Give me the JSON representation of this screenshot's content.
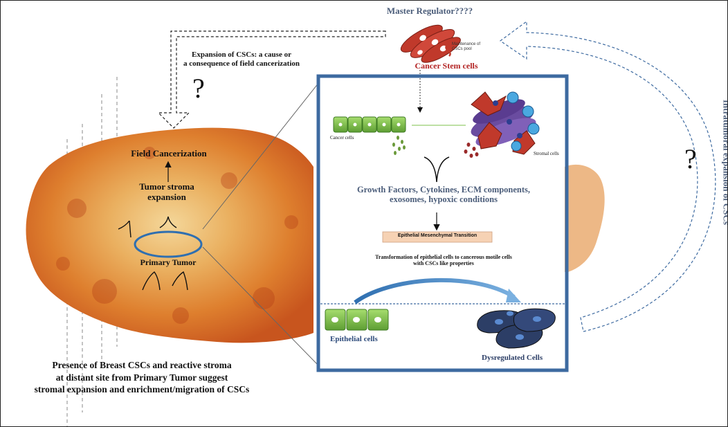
{
  "labels": {
    "master_regulator": "Master Regulator????",
    "maintenance_line1": "Maintenance of",
    "maintenance_line2": "CSCs pool",
    "cancer_stem_cells": "Cancer Stem cells",
    "expansion_line1": "Expansion of CSCs: a cause or",
    "expansion_line2": "a consequence of field cancerization",
    "question_mark": "?",
    "intratumoral_expansion": "Intratumoral  expansion  of CSCs",
    "field_cancerization": "Field Cancerization",
    "tumor_stroma_line1": "Tumor stroma",
    "tumor_stroma_line2": "expansion",
    "primary_tumor": "Primary Tumor",
    "cancer_cells": "Cancer cells",
    "stromal_cells": "Stromal cells",
    "growth_factors_line1": "Growth Factors, Cytokines, ECM components,",
    "growth_factors_line2": "exosomes, hypoxic conditions",
    "emt": "Epithelial Mesenchymal Transition",
    "transformation_line1": "Transformation of epithelial cells to cancerous motile cells",
    "transformation_line2": "with CSCs like properties",
    "epithelial_cells": "Epithelial cells",
    "dysregulated_cells": "Dysregulated Cells",
    "bottom_line1": "Presence of Breast CSCs and reactive stroma",
    "bottom_line2": "at distant site from Primary Tumor suggest",
    "bottom_line3": "stromal expansion and enrichment/migration of CSCs"
  },
  "colors": {
    "frame_blue": "#3d6aa0",
    "stem_cell_red": "#c0392b",
    "label_red": "#b22222",
    "label_slate": "#4b5d7a",
    "epithelial_green": "#7cc04a",
    "dysregulated_navy": "#2c3e66",
    "emt_box": "#f6d2b4",
    "tumor_orange": "#e0842a"
  }
}
